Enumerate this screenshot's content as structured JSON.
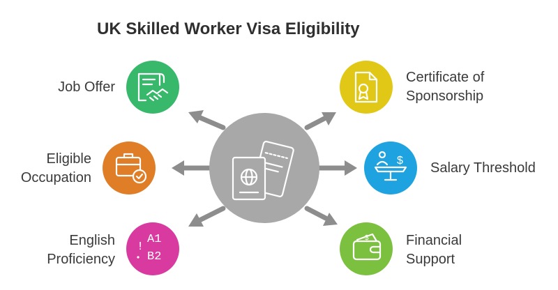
{
  "title": "UK Skilled Worker Visa Eligibility",
  "items": [
    {
      "id": "job-offer",
      "lines": [
        "Job Offer"
      ],
      "color": "#38b86b",
      "icon": "document-handshake-icon"
    },
    {
      "id": "certificate",
      "lines": [
        "Certificate of",
        "Sponsorship"
      ],
      "color": "#e1c816",
      "icon": "certificate-icon"
    },
    {
      "id": "eligible-occupation",
      "lines": [
        "Eligible",
        "Occupation"
      ],
      "color": "#e07d27",
      "icon": "briefcase-gear-icon"
    },
    {
      "id": "salary-threshold",
      "lines": [
        "Salary Threshold"
      ],
      "color": "#1fa3e0",
      "icon": "salary-scale-icon"
    },
    {
      "id": "english-proficiency",
      "lines": [
        "English",
        "Proficiency"
      ],
      "color": "#d83aa0",
      "icon": "language-levels-icon"
    },
    {
      "id": "financial-support",
      "lines": [
        "Financial",
        "Support"
      ],
      "color": "#7cc03f",
      "icon": "wallet-icon"
    }
  ],
  "center": {
    "icon": "passport-ticket-icon",
    "color": "#a8a8a8"
  },
  "colors": {
    "arrow": "#8d8d8d",
    "text": "#3a3a3a"
  }
}
